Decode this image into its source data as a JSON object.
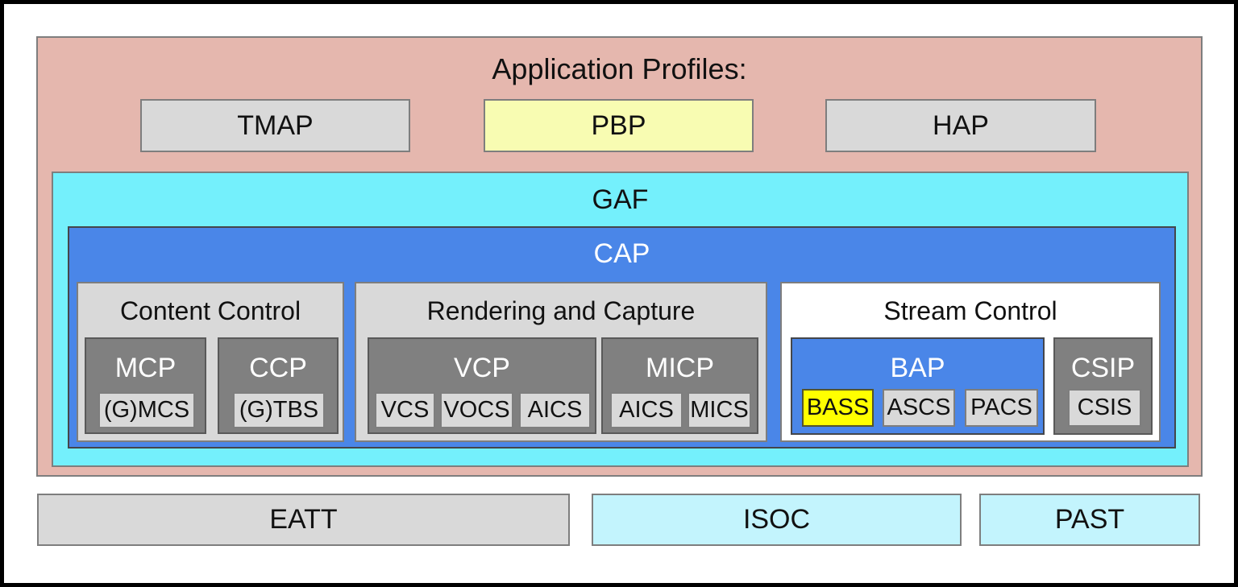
{
  "colors": {
    "frame_border": "#000000",
    "application_profiles_bg": "#e5b7ae",
    "gaf_bg": "#74f0fc",
    "cap_bg": "#4a86e8",
    "bap_bg": "#4a86e8",
    "light_gray_box": "#d9d9d9",
    "dark_gray_box": "#808080",
    "stream_control_bg": "#ffffff",
    "pbp_bg": "#f8fcb2",
    "bass_bg": "#ffff00",
    "transport_cyan_bg": "#c3f4fd",
    "text_dark": "#111111",
    "text_light": "#ffffff"
  },
  "diagram": {
    "application_profiles": {
      "title": "Application Profiles:",
      "profiles": [
        {
          "label": "TMAP",
          "color": "#d9d9d9"
        },
        {
          "label": "PBP",
          "color": "#f8fcb2"
        },
        {
          "label": "HAP",
          "color": "#d9d9d9"
        }
      ]
    },
    "gaf": {
      "label": "GAF",
      "color": "#74f0fc",
      "cap": {
        "label": "CAP",
        "color": "#4a86e8",
        "sections": [
          {
            "title": "Content Control",
            "color": "#d9d9d9",
            "groups": [
              {
                "label": "MCP",
                "color": "#808080",
                "services": [
                  {
                    "label": "(G)MCS",
                    "color": "#d9d9d9"
                  }
                ]
              },
              {
                "label": "CCP",
                "color": "#808080",
                "services": [
                  {
                    "label": "(G)TBS",
                    "color": "#d9d9d9"
                  }
                ]
              }
            ]
          },
          {
            "title": "Rendering and Capture",
            "color": "#d9d9d9",
            "groups": [
              {
                "label": "VCP",
                "color": "#808080",
                "services": [
                  {
                    "label": "VCS",
                    "color": "#d9d9d9"
                  },
                  {
                    "label": "VOCS",
                    "color": "#d9d9d9"
                  },
                  {
                    "label": "AICS",
                    "color": "#d9d9d9"
                  }
                ]
              },
              {
                "label": "MICP",
                "color": "#808080",
                "services": [
                  {
                    "label": "AICS",
                    "color": "#d9d9d9"
                  },
                  {
                    "label": "MICS",
                    "color": "#d9d9d9"
                  }
                ]
              }
            ]
          },
          {
            "title": "Stream Control",
            "color": "#ffffff",
            "groups": [
              {
                "label": "BAP",
                "color": "#4a86e8",
                "services": [
                  {
                    "label": "BASS",
                    "color": "#ffff00"
                  },
                  {
                    "label": "ASCS",
                    "color": "#d9d9d9"
                  },
                  {
                    "label": "PACS",
                    "color": "#d9d9d9"
                  }
                ]
              },
              {
                "label": "CSIP",
                "color": "#808080",
                "services": [
                  {
                    "label": "CSIS",
                    "color": "#d9d9d9"
                  }
                ]
              }
            ]
          }
        ]
      }
    },
    "transport_layer": [
      {
        "label": "EATT",
        "color": "#d9d9d9"
      },
      {
        "label": "ISOC",
        "color": "#c3f4fd"
      },
      {
        "label": "PAST",
        "color": "#c3f4fd"
      }
    ]
  }
}
